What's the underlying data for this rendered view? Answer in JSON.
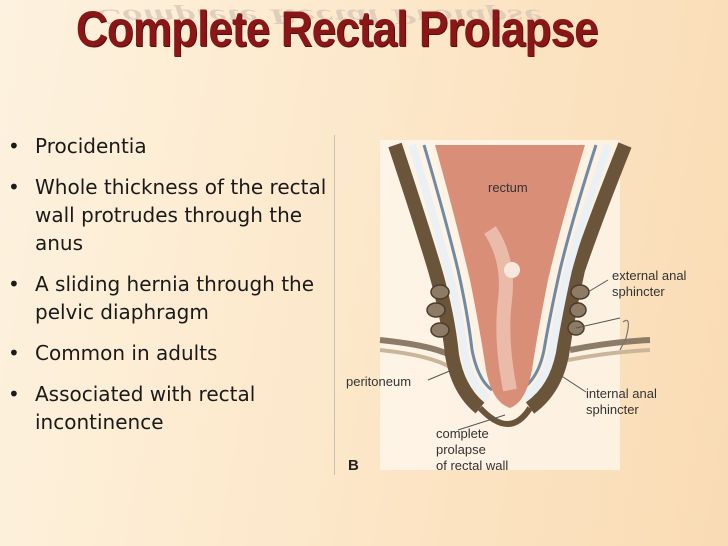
{
  "slide": {
    "title": "Complete Rectal Prolapse",
    "bullets": [
      "Procidentia",
      "Whole thickness of the rectal wall protrudes through the anus",
      "A sliding hernia through the pelvic diaphragm",
      "Common in adults",
      "Associated with rectal incontinence"
    ]
  },
  "figure": {
    "labels": {
      "rectum": "rectum",
      "external_1": "external anal",
      "external_2": "sphincter",
      "peritoneum": "peritoneum",
      "internal_1": "internal anal",
      "internal_2": "sphincter",
      "prolapse_1": "complete",
      "prolapse_2": "prolapse",
      "prolapse_3": "of rectal wall",
      "panel": "B"
    }
  },
  "colors": {
    "title": "#8a1717",
    "rectum_fill": "#d98e78",
    "muscle": "#7a6040"
  }
}
